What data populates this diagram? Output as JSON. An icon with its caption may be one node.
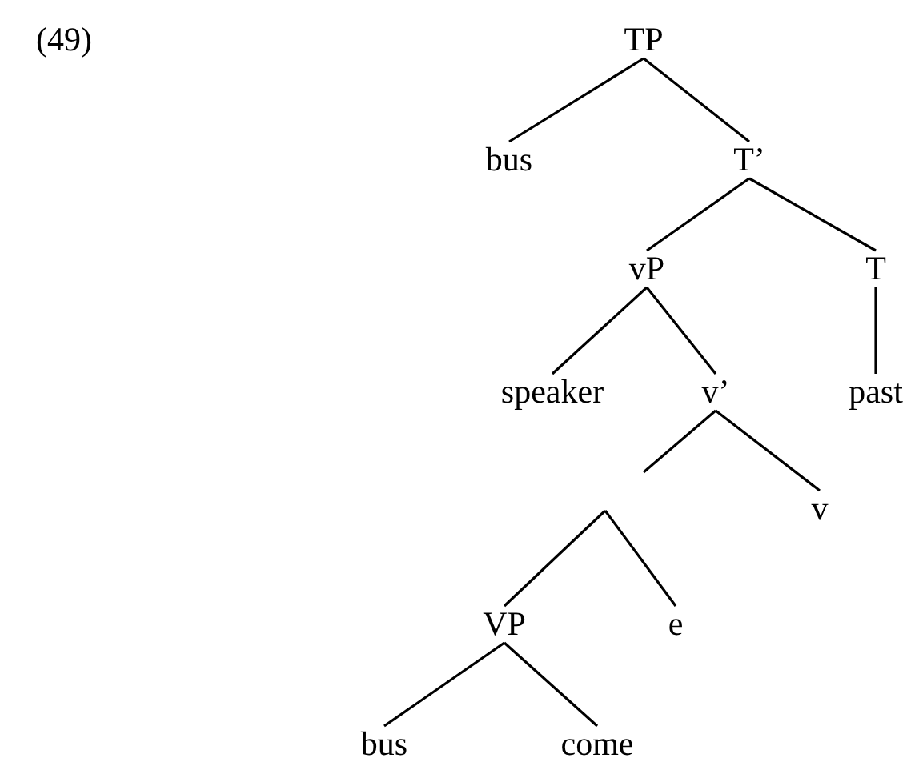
{
  "diagram": {
    "nodes": [
      {
        "text": [
          "TP"
        ]
      },
      {
        "text": [
          "bus"
        ]
      },
      {
        "text": [
          "T’"
        ]
      },
      {
        "text": [
          "vP"
        ]
      },
      {
        "text": [
          "T"
        ]
      },
      {
        "text": [
          "speaker"
        ]
      },
      {
        "text": [
          "v’"
        ]
      },
      {
        "text": [
          "past"
        ]
      },
      {
        "text": [
          "v"
        ]
      },
      {
        "text": [
          "VP"
        ]
      },
      {
        "text": [
          "e"
        ]
      },
      {
        "text": [
          "bus"
        ]
      },
      {
        "text": [
          "come"
        ]
      }
    ],
    "edges": [
      {
        "from": 0,
        "to": 1,
        "arrow": "none"
      },
      {
        "from": 0,
        "to": 2,
        "arrow": "none"
      },
      {
        "from": 2,
        "to": 3,
        "arrow": "none"
      },
      {
        "from": 2,
        "to": 4,
        "arrow": "none"
      },
      {
        "from": 3,
        "to": 5,
        "arrow": "none"
      },
      {
        "from": 3,
        "to": 6,
        "arrow": "none"
      },
      {
        "from": 4,
        "to": 7,
        "arrow": "none"
      },
      {
        "from": 6,
        "to": null,
        "arrow": "none"
      },
      {
        "from": 6,
        "to": 8,
        "arrow": "none"
      },
      {
        "from": null,
        "to": 9,
        "arrow": "none"
      },
      {
        "from": null,
        "to": 10,
        "arrow": "none"
      },
      {
        "from": 9,
        "to": 11,
        "arrow": "none"
      },
      {
        "from": 9,
        "to": 12,
        "arrow": "none"
      }
    ],
    "labels": [
      "(49)"
    ]
  }
}
